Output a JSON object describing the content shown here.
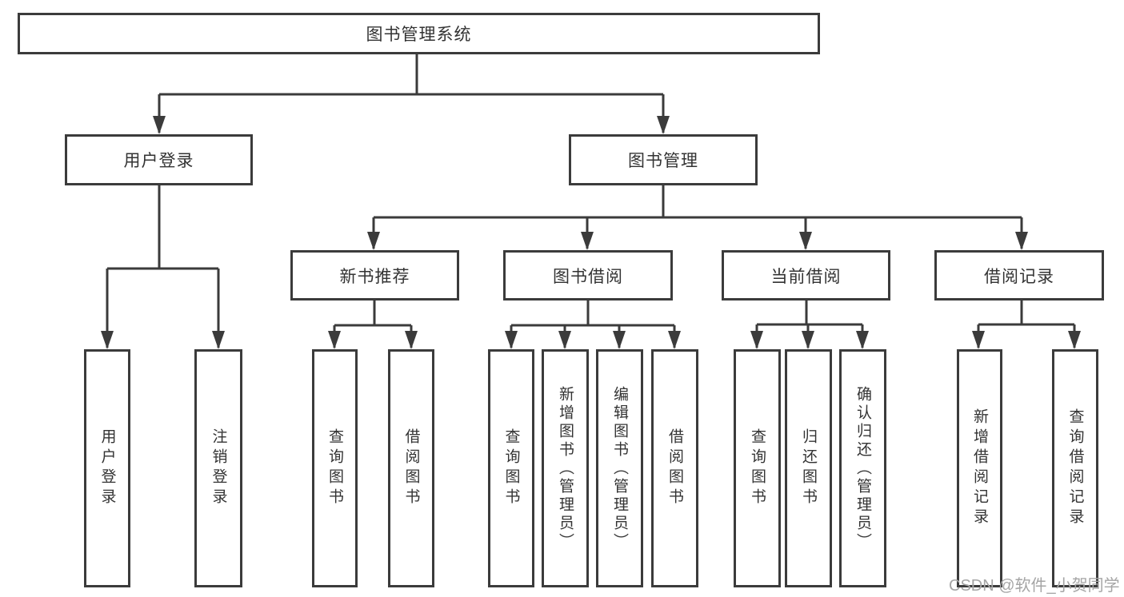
{
  "tree": {
    "label": "图书管理系统",
    "children": [
      {
        "label": "用户登录",
        "children": [
          {
            "label": "用户登录"
          },
          {
            "label": "注销登录"
          }
        ]
      },
      {
        "label": "图书管理",
        "children": [
          {
            "label": "新书推荐",
            "children": [
              {
                "label": "查询图书"
              },
              {
                "label": "借阅图书"
              }
            ]
          },
          {
            "label": "图书借阅",
            "children": [
              {
                "label": "查询图书"
              },
              {
                "label": "新增图书（管理员）"
              },
              {
                "label": "编辑图书（管理员）"
              },
              {
                "label": "借阅图书"
              }
            ]
          },
          {
            "label": "当前借阅",
            "children": [
              {
                "label": "查询图书"
              },
              {
                "label": "归还图书"
              },
              {
                "label": "确认归还（管理员）"
              }
            ]
          },
          {
            "label": "借阅记录",
            "children": [
              {
                "label": "新增借阅记录"
              },
              {
                "label": "查询借阅记录"
              }
            ]
          }
        ]
      }
    ]
  },
  "watermark": "CSDN @软件_小贺同学",
  "colors": {
    "line": "#3b3b3b",
    "text": "#333333",
    "watermark": "#a5a5a5",
    "background": "#ffffff"
  }
}
